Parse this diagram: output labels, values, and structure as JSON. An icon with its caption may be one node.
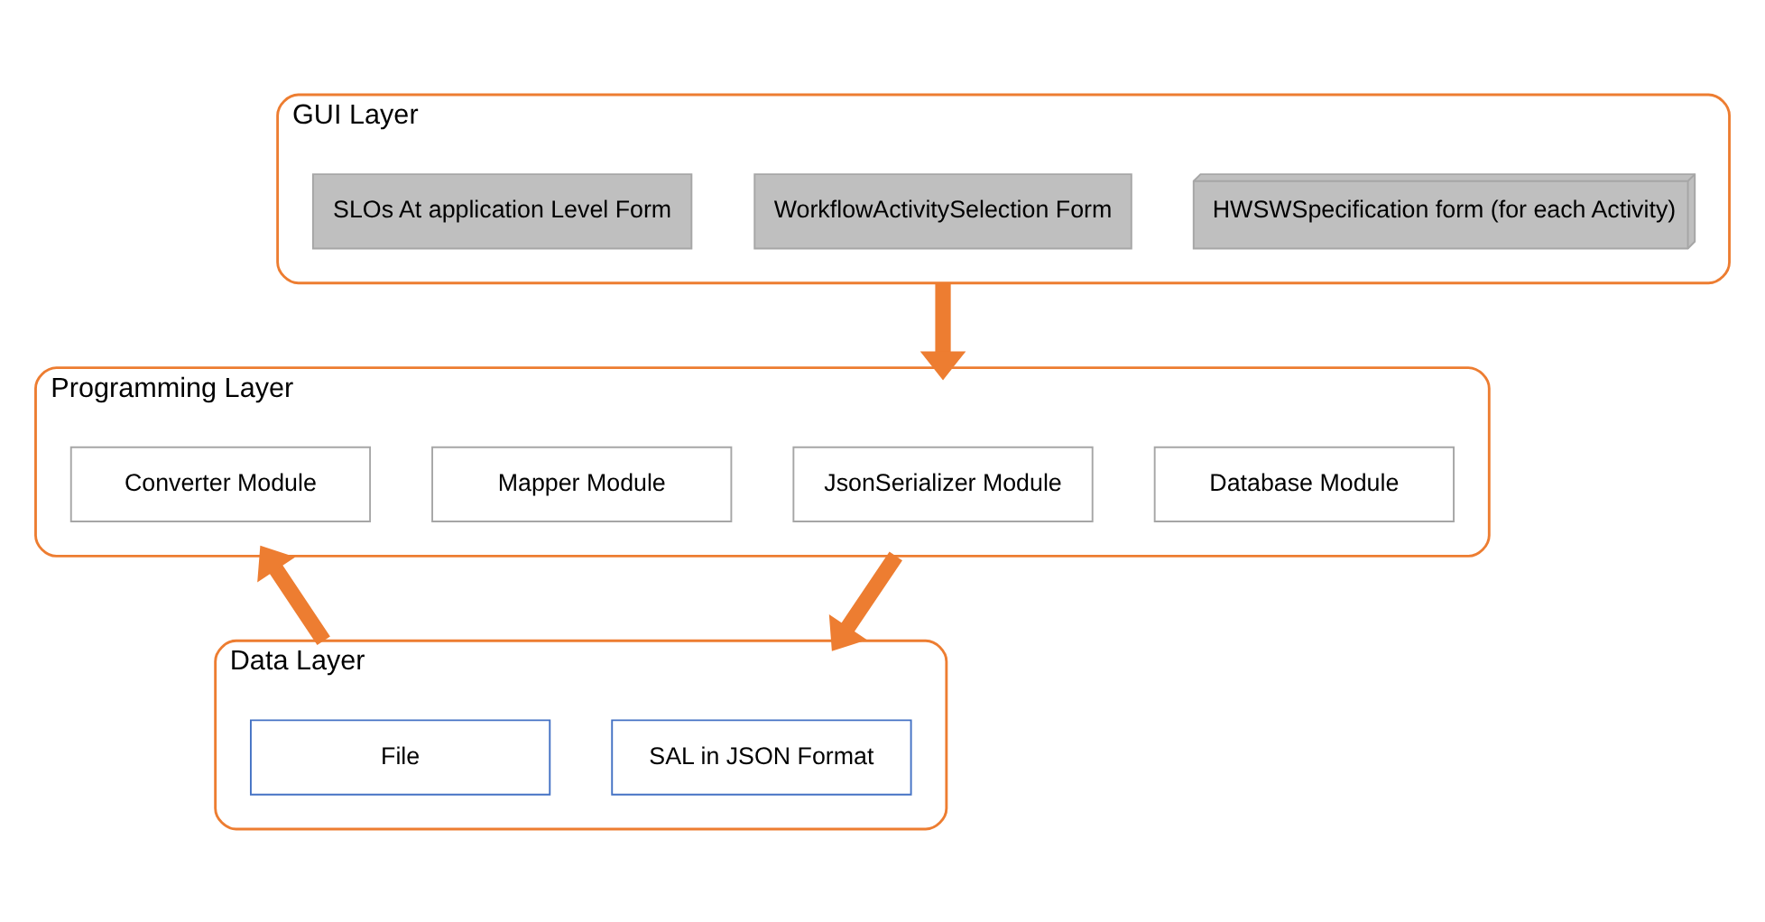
{
  "diagram": {
    "nodes": [
      {
        "text": [
          "GUI Layer"
        ]
      },
      {
        "text": [
          "SLOs At application Level Form"
        ],
        "in": 0
      },
      {
        "text": [
          "WorkflowActivitySelection Form"
        ],
        "in": 0
      },
      {
        "text": [
          "HWSWSpecification form (for each Activity)"
        ],
        "in": 0
      },
      {
        "text": [
          "Programming Layer"
        ]
      },
      {
        "text": [
          "Converter Module"
        ],
        "in": 4
      },
      {
        "text": [
          "Mapper Module"
        ],
        "in": 4
      },
      {
        "text": [
          "JsonSerializer Module"
        ],
        "in": 4
      },
      {
        "text": [
          "Database Module"
        ],
        "in": 4
      },
      {
        "text": [
          "Data Layer"
        ]
      },
      {
        "text": [
          "File"
        ],
        "in": 9
      },
      {
        "text": [
          "SAL in JSON Format"
        ],
        "in": 9
      }
    ],
    "edges": [
      {
        "from": 0,
        "to": 4,
        "arrow": "to"
      },
      {
        "from": 9,
        "to": 4,
        "arrow": "to"
      },
      {
        "from": 4,
        "to": 9,
        "arrow": "to"
      }
    ]
  }
}
